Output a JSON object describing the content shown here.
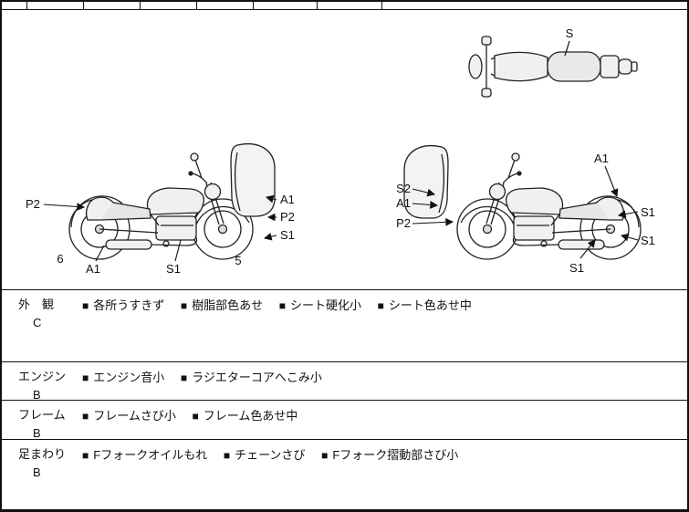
{
  "colors": {
    "line": "#111111",
    "fill_light": "#f0f0f0",
    "background": "#ffffff"
  },
  "diagram": {
    "top_view": {
      "label_s": "S"
    },
    "left_view": {
      "label_p2_left": "P2",
      "label_a1_right": "A1",
      "label_p2_right": "P2",
      "label_s1_right": "S1",
      "label_6": "6",
      "label_a1_bottom": "A1",
      "label_s1_bottom": "S1",
      "label_5": "5"
    },
    "right_view": {
      "label_s2": "S2",
      "label_a1_left": "A1",
      "label_p2_left": "P2",
      "label_a1_top": "A1",
      "label_s1_right_upper": "S1",
      "label_s1_right_lower": "S1",
      "label_s1_bottom": "S1"
    }
  },
  "report": {
    "bullet": "■",
    "rows": [
      {
        "section": "外　観",
        "grade": "C",
        "items": [
          "各所うすきず",
          "樹脂部色あせ",
          "シート硬化小",
          "シート色あせ中"
        ]
      },
      {
        "section": "エンジン",
        "grade": "B",
        "items": [
          "エンジン音小",
          "ラジエターコアへこみ小"
        ]
      },
      {
        "section": "フレーム",
        "grade": "B",
        "items": [
          "フレームさび小",
          "フレーム色あせ中"
        ]
      },
      {
        "section": "足まわり",
        "grade": "B",
        "items": [
          "Fフォークオイルもれ",
          "チェーンさび",
          "Fフォーク摺動部さび小"
        ]
      }
    ]
  }
}
